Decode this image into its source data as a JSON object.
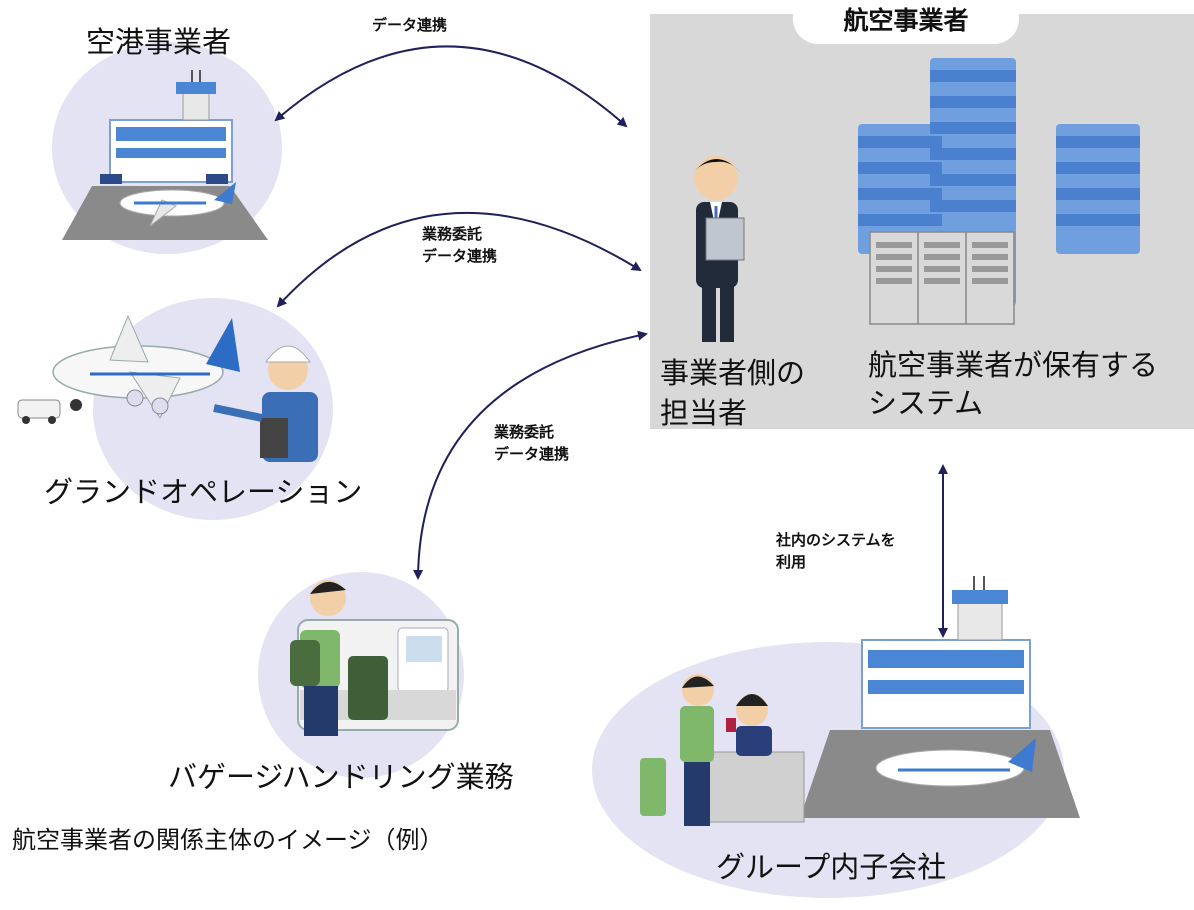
{
  "airline": {
    "title": "航空事業者",
    "staff_label_line1": "事業者側の",
    "staff_label_line2": "担当者",
    "system_label_line1": "航空事業者が保有する",
    "system_label_line2": "システム"
  },
  "airport": {
    "label": "空港事業者"
  },
  "ground_ops": {
    "label": "グランドオペレーション"
  },
  "baggage": {
    "label": "バゲージハンドリング業務"
  },
  "group": {
    "label": "グループ内子会社"
  },
  "links": {
    "airport_link": "データ連携",
    "ground_link_line1": "業務委託",
    "ground_link_line2": "データ連携",
    "baggage_link_line1": "業務委託",
    "baggage_link_line2": "データ連携",
    "group_link_line1": "社内のシステムを",
    "group_link_line2": "利用"
  },
  "caption": "航空事業者の関係主体のイメージ（例）",
  "colors": {
    "arrow": "#20205a",
    "panel": "#d8d8d8",
    "circle": "#e3e3f4",
    "building": "#5b8fd6"
  }
}
